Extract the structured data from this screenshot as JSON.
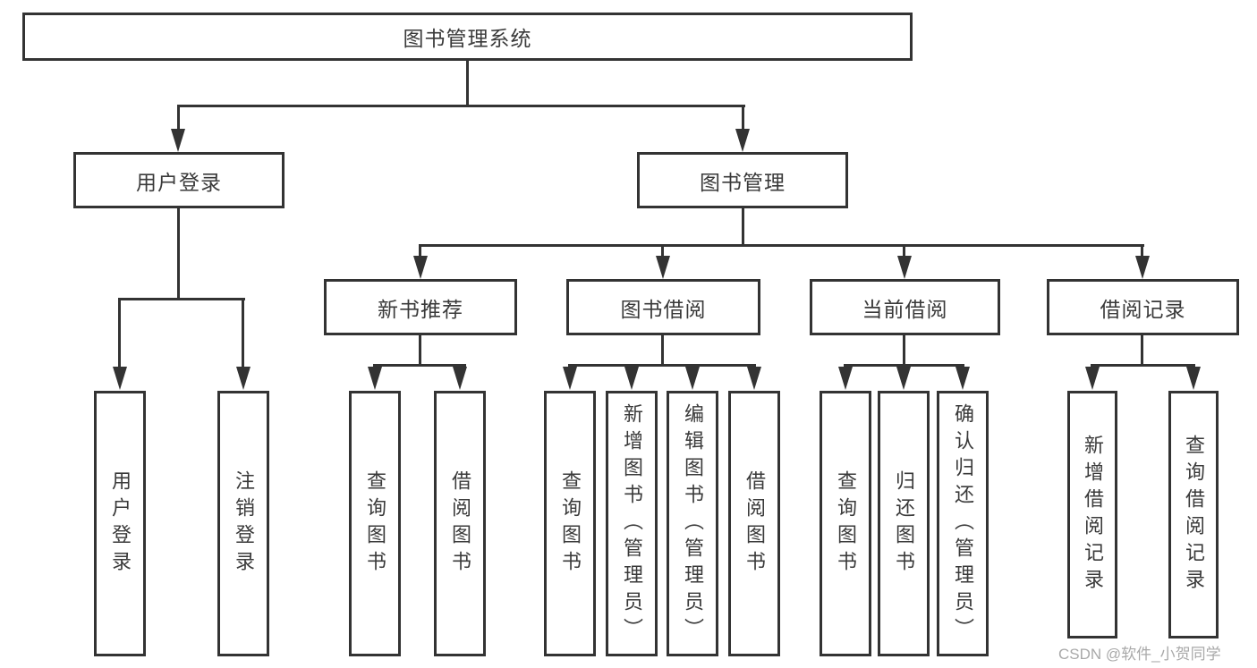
{
  "tree": {
    "root": "图书管理系统",
    "branches": [
      {
        "label": "用户登录",
        "leaves": [
          "用户登录",
          "注销登录"
        ]
      },
      {
        "label": "图书管理",
        "children": [
          {
            "label": "新书推荐",
            "leaves": [
              "查询图书",
              "借阅图书"
            ]
          },
          {
            "label": "图书借阅",
            "leaves": [
              "查询图书",
              "新增图书（管理员）",
              "编辑图书（管理员）",
              "借阅图书"
            ]
          },
          {
            "label": "当前借阅",
            "leaves": [
              "查询图书",
              "归还图书",
              "确认归还（管理员）"
            ]
          },
          {
            "label": "借阅记录",
            "leaves": [
              "新增借阅记录",
              "查询借阅记录"
            ]
          }
        ]
      }
    ]
  },
  "watermark": "CSDN @软件_小贺同学",
  "colors": {
    "line": "#333333",
    "text": "#3a3a3a",
    "watermark": "#a9a9a9",
    "background": "#ffffff"
  }
}
